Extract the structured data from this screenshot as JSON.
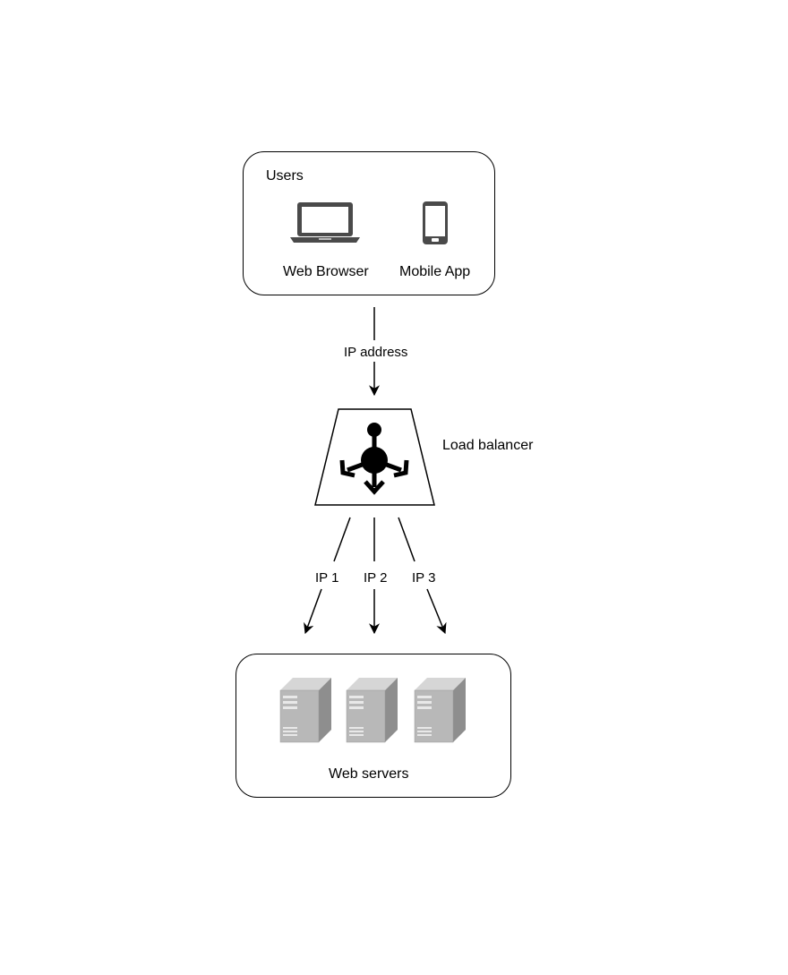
{
  "users": {
    "title": "Users",
    "clients": [
      {
        "label": "Web Browser",
        "icon": "laptop-icon"
      },
      {
        "label": "Mobile App",
        "icon": "mobile-phone-icon"
      }
    ]
  },
  "connection_label": "IP address",
  "load_balancer": {
    "label": "Load balancer",
    "icon": "load-balancer-icon"
  },
  "routes": [
    {
      "label": "IP 1"
    },
    {
      "label": "IP 2"
    },
    {
      "label": "IP 3"
    }
  ],
  "web_servers": {
    "label": "Web servers",
    "count": 3,
    "icon": "server-icon"
  },
  "colors": {
    "line": "#000000",
    "server_side": "#8e8e8e",
    "server_front": "#b8b8b8",
    "server_top": "#d6d6d6",
    "icon": "#4a4a4a"
  }
}
